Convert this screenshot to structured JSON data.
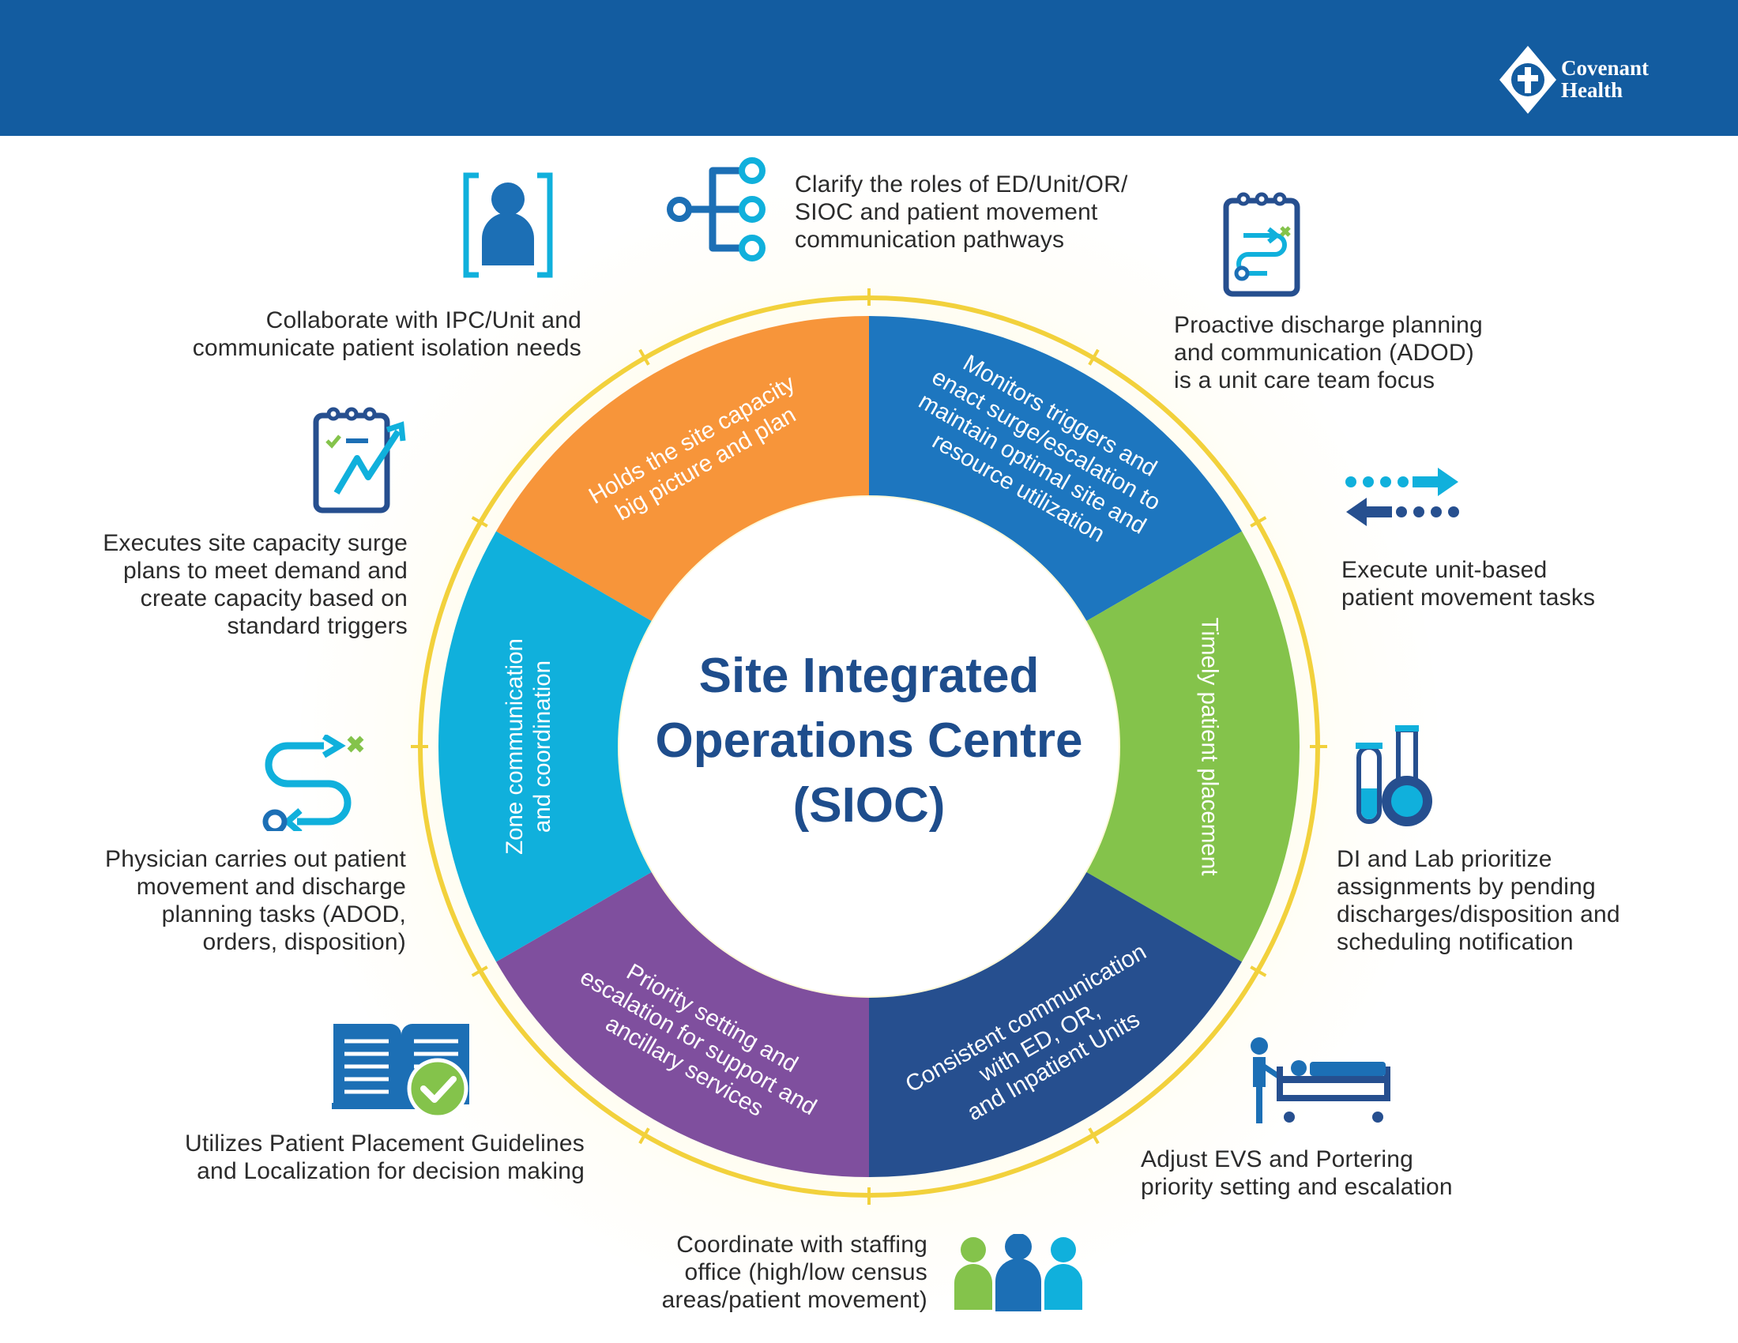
{
  "org": {
    "name_line1": "Covenant",
    "name_line2": "Health"
  },
  "colors": {
    "header": "#135ca0",
    "orange": "#f7953a",
    "blue": "#1d76bf",
    "green": "#84c34b",
    "navy": "#264f8f",
    "purple": "#7f4f9e",
    "cyan": "#10b0dc",
    "ring": "#f2d13c",
    "title": "#1e4d8c"
  },
  "center": {
    "title_line1": "Site Integrated",
    "title_line2": "Operations Centre",
    "title_line3": "(SIOC)"
  },
  "segments": [
    {
      "color": "orange",
      "lines": [
        "Holds the site capacity",
        "big picture and plan"
      ]
    },
    {
      "color": "blue",
      "lines": [
        "Monitors triggers and",
        "enact surge/escalation to",
        "maintain optimal site and",
        "resource utilization"
      ]
    },
    {
      "color": "green",
      "lines": [
        "Timely patient placement"
      ]
    },
    {
      "color": "navy",
      "lines": [
        "Consistent communication",
        "with ED, OR,",
        "and Inpatient Units"
      ]
    },
    {
      "color": "purple",
      "lines": [
        "Priority setting and",
        "escalation for support and",
        "ancillary services"
      ]
    },
    {
      "color": "cyan",
      "lines": [
        "Zone communication",
        "and coordination"
      ]
    }
  ],
  "items": [
    {
      "icon": "network-nodes-icon",
      "lines": [
        "Clarify the roles of ED/Unit/OR/",
        "SIOC and patient movement",
        "communication pathways"
      ]
    },
    {
      "icon": "clipboard-route-icon",
      "lines": [
        "Proactive discharge planning",
        "and communication (ADOD)",
        "is a unit care team focus"
      ]
    },
    {
      "icon": "two-way-arrows-icon",
      "lines": [
        "Execute unit-based",
        "patient movement tasks"
      ]
    },
    {
      "icon": "lab-flasks-icon",
      "lines": [
        "DI and Lab prioritize",
        "assignments by pending",
        "discharges/disposition and",
        "scheduling notification"
      ]
    },
    {
      "icon": "porter-stretcher-icon",
      "lines": [
        "Adjust EVS and Portering",
        "priority setting and escalation"
      ]
    },
    {
      "icon": "staff-group-icon",
      "lines": [
        "Coordinate with staffing",
        "office (high/low census",
        "areas/patient movement)"
      ]
    },
    {
      "icon": "guidelines-book-icon",
      "lines": [
        "Utilizes Patient Placement Guidelines",
        "and Localization for decision making"
      ]
    },
    {
      "icon": "route-path-icon",
      "lines": [
        "Physician carries out patient",
        "movement and discharge",
        "planning tasks (ADOD,",
        "orders, disposition)"
      ]
    },
    {
      "icon": "clipboard-chart-icon",
      "lines": [
        "Executes site capacity surge",
        "plans to meet demand and",
        "create capacity based on",
        "standard triggers"
      ]
    },
    {
      "icon": "patient-isolation-icon",
      "lines": [
        "Collaborate with IPC/Unit and",
        "communicate patient isolation needs"
      ]
    }
  ]
}
